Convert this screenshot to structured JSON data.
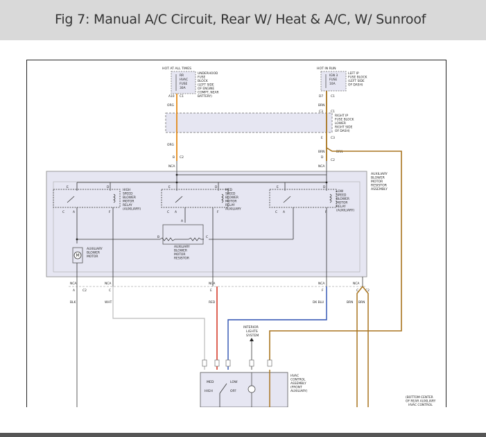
{
  "header": {
    "title": "Fig 7: Manual A/C Circuit, Rear W/ Heat & A/C, W/ Sunroof"
  },
  "diagram": {
    "fuse_left": {
      "hot_label": "HOT AT ALL TIMES",
      "fuse_lines": [
        "RR",
        "HVAC",
        "FUSE",
        "30A"
      ],
      "block_lines": [
        "UNDERHOOD",
        "FUSE",
        "BLOCK",
        "(LEFT SIDE",
        "OF ENGINE",
        "COMPT, NEAR",
        "BATTERY)"
      ],
      "pin": "A10",
      "conn": "C1"
    },
    "fuse_right": {
      "hot_label": "HOT IN RUN",
      "fuse_lines": [
        "IGN 3",
        "FUSE",
        "10A"
      ],
      "block_lines": [
        "LEFT IP",
        "FUSE BLOCK",
        "(LEFT SIDE",
        "OF DASH)"
      ],
      "pin": "D7",
      "conn": "C1"
    },
    "right_ip": {
      "lines": [
        "RIGHT IP",
        "FUSE BLOCK",
        "LOWER",
        "RIGHT SIDE",
        "OF DASH)"
      ],
      "pin_top": "C3",
      "conn_top": "C1",
      "pin_bottom": "E",
      "conn_bottom": "C3"
    },
    "wires": {
      "org": "ORG",
      "brn": "BRN",
      "blk": "BLK",
      "wht": "WHT",
      "red": "RED",
      "dk_blu": "DK BLU"
    },
    "pins": {
      "b": "B",
      "d": "D",
      "c2": "C2",
      "nca": "NCA",
      "a": "A",
      "c": "C",
      "e": "E",
      "f": "F",
      "c1": "C1"
    },
    "resistor_assembly": {
      "lines": [
        "AUXILIARY",
        "BLOWER",
        "MOTOR",
        "RESISTOR",
        "ASSEMBLY"
      ]
    },
    "relays": [
      {
        "lines": [
          "HIGH",
          "SPEED",
          "BLOWER",
          "MOTOR",
          "RELAY",
          "(AUXILIARY)"
        ]
      },
      {
        "lines": [
          "MED",
          "SPEED",
          "BLOWER",
          "MOTOR",
          "RELAY",
          "AUXILIARY"
        ]
      },
      {
        "lines": [
          "LOW",
          "SPEED",
          "BLOWER",
          "MOTOR",
          "RELAY",
          "(AUXILIARY)"
        ]
      }
    ],
    "motor": {
      "symbol": "M",
      "lines": [
        "AUXILIARY",
        "BLOWER",
        "MOTOR"
      ]
    },
    "resistor": {
      "lines": [
        "AUXILIARY",
        "BLOWER",
        "MOTOR",
        "RESISTOR"
      ]
    },
    "interior_lights": {
      "lines": [
        "INTERIOR",
        "LIGHTS",
        "SYSTEM"
      ]
    },
    "hvac_control": {
      "lines": [
        "HVAC",
        "CONTROL",
        "ASSEMBLY",
        "(FRONT",
        "AUXILIARY)"
      ],
      "switch_labels": [
        "MED",
        "LOW",
        "HIGH",
        "OFF"
      ]
    },
    "bottom_note": [
      "(BOTTOM CENTER",
      "OF REAR AUXILIARY",
      "HVAC CONTROL"
    ]
  },
  "colors": {
    "header_bg": "#d9d9d9",
    "orange_wire": "#e38a1a",
    "brown_wire": "#a8741e",
    "red_wire": "#d63a2a",
    "blue_wire": "#2c4fb0",
    "assembly_fill": "#e6e6f2"
  }
}
